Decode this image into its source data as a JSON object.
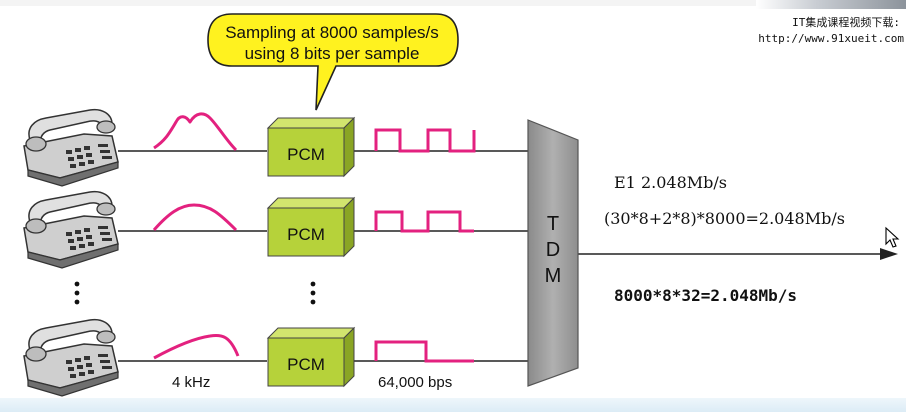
{
  "callout": {
    "line1": "Sampling at 8000 samples/s",
    "line2": "using 8 bits per sample"
  },
  "pcm_label": "PCM",
  "tdm_letters": [
    "T",
    "D",
    "M"
  ],
  "labels": {
    "analog_bandwidth": "4 kHz",
    "digital_rate": "64,000 bps"
  },
  "formulas": {
    "e1": "E1  2.048Mb/s",
    "calc1": "(30*8+2*8)*8000=2.048Mb/s",
    "calc2": "8000*8*32=2.048Mb/s"
  },
  "watermark": {
    "line1": "IT集成课程视频下载:",
    "line2": "http://www.91xueit.com"
  },
  "colors": {
    "pcm_fill": "#b6d23a",
    "callout_fill": "#fff21f",
    "analog_signal": "#e3217f",
    "digital_signal": "#e3217f",
    "tdm_fill": "#9b9b9b"
  },
  "icons": [
    "telephone-icon",
    "mouse-cursor-icon"
  ]
}
